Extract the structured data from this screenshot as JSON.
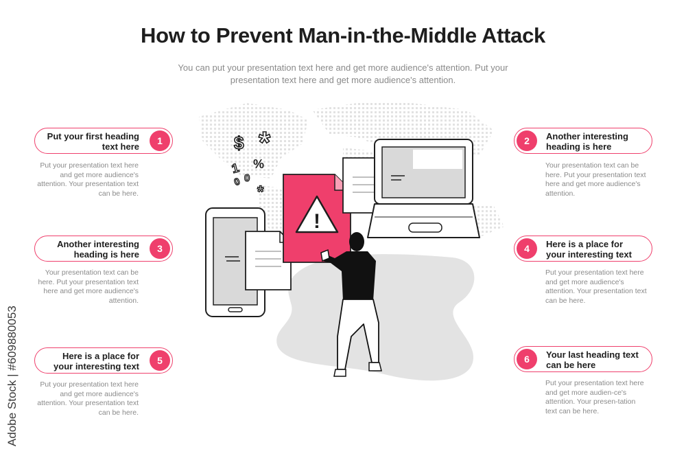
{
  "title": "How to Prevent Man-in-the-Middle Attack",
  "subtitle": "You can put your presentation text here and get more audience's attention. Put your presentation text here and get more audience's attention.",
  "accent_color": "#ef3f6c",
  "items": [
    {
      "number": "1",
      "heading": "Put your first heading text here",
      "text": "Put your presentation text here and get more audience's attention. Your presentation text can be here."
    },
    {
      "number": "2",
      "heading": "Another interesting heading is here",
      "text": "Your presentation text can be here. Put your presentation text here and get more audience's attention."
    },
    {
      "number": "3",
      "heading": "Another interesting heading is here",
      "text": "Your presentation text can be here. Put your presentation text here and get more audience's attention."
    },
    {
      "number": "4",
      "heading": "Here is a place for your interesting text",
      "text": "Put your presentation text here and get more audience's attention. Your presentation text can be here."
    },
    {
      "number": "5",
      "heading": "Here is a place for your interesting text",
      "text": "Put your presentation text here and get more audience's attention. Your presentation text can be here."
    },
    {
      "number": "6",
      "heading": "Your last heading text can be here",
      "text": "Put your presentation text here and get more audien-ce's attention. Your presen-tation text can be here."
    }
  ],
  "illustration": {
    "symbols": [
      "$",
      "*",
      "1",
      "%",
      "0",
      "0",
      "*"
    ],
    "warning_glyph": "!"
  },
  "watermark": "Adobe Stock | #609880053"
}
